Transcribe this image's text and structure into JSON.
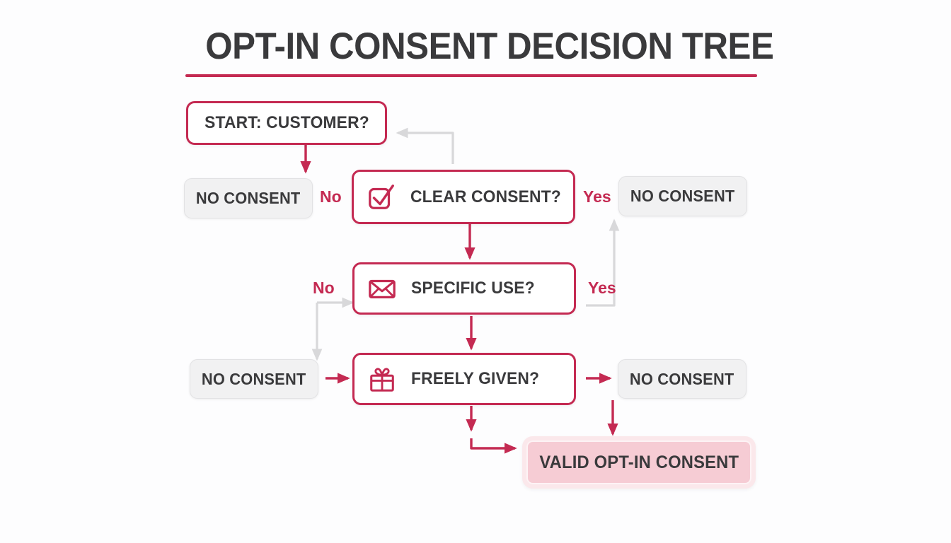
{
  "header": {
    "title": "OPT-IN CONSENT DECISION TREE",
    "rule_color": "#c42a52"
  },
  "theme": {
    "accent": "#c42a52",
    "text": "#3a3a3c",
    "gray_box_fill": "#f1f1f2",
    "final_box_fill": "#f6ccd4",
    "final_box_outer": "#fbe8eb",
    "muted_connector": "#d8d8da",
    "background": "#fdfdfe"
  },
  "chart_data": {
    "type": "diagram",
    "diagram_kind": "decision-tree-flowchart",
    "title": "OPT-IN CONSENT DECISION TREE",
    "nodes": [
      {
        "id": "start",
        "label": "START: CUSTOMER?",
        "kind": "decision",
        "icon": "none",
        "row": 1
      },
      {
        "id": "no1",
        "label": "NO CONSENT",
        "kind": "terminal",
        "icon": "none",
        "row": 2
      },
      {
        "id": "clear",
        "label": "CLEAR CONSENT?",
        "kind": "decision",
        "icon": "checkbox-check-icon",
        "row": 2
      },
      {
        "id": "no2",
        "label": "NO CONSENT",
        "kind": "terminal",
        "icon": "none",
        "row": 2
      },
      {
        "id": "specific",
        "label": "SPECIFIC USE?",
        "kind": "decision",
        "icon": "envelope-icon",
        "row": 3
      },
      {
        "id": "no3",
        "label": "NO CONSENT",
        "kind": "terminal",
        "icon": "none",
        "row": 4
      },
      {
        "id": "freely",
        "label": "FREELY GIVEN?",
        "kind": "decision",
        "icon": "gift-icon",
        "row": 4
      },
      {
        "id": "no4",
        "label": "NO CONSENT",
        "kind": "terminal",
        "icon": "none",
        "row": 4
      },
      {
        "id": "valid",
        "label": "VALID OPT-IN CONSENT",
        "kind": "result",
        "icon": "none",
        "row": 5
      }
    ],
    "edges": [
      {
        "from": "start",
        "to": "no1",
        "label": "",
        "style": "accent"
      },
      {
        "from": "clear",
        "to": "start",
        "label": "",
        "style": "muted"
      },
      {
        "from": "clear",
        "to": "no1",
        "label": "No",
        "style": "label-only"
      },
      {
        "from": "clear",
        "to": "no2",
        "label": "Yes",
        "style": "label-only"
      },
      {
        "from": "clear",
        "to": "specific",
        "label": "",
        "style": "accent"
      },
      {
        "from": "specific",
        "to": "no3",
        "label": "No",
        "style": "muted"
      },
      {
        "from": "specific",
        "to": "no2",
        "label": "Yes",
        "style": "muted"
      },
      {
        "from": "specific",
        "to": "freely",
        "label": "",
        "style": "accent"
      },
      {
        "from": "no3",
        "to": "freely",
        "label": "",
        "style": "accent"
      },
      {
        "from": "freely",
        "to": "no4",
        "label": "",
        "style": "accent"
      },
      {
        "from": "freely",
        "to": "valid",
        "label": "",
        "style": "accent"
      },
      {
        "from": "no4",
        "to": "valid",
        "label": "",
        "style": "accent"
      }
    ],
    "branch_labels": [
      {
        "text": "No",
        "near": "clear-left"
      },
      {
        "text": "Yes",
        "near": "clear-right"
      },
      {
        "text": "No",
        "near": "specific-left"
      },
      {
        "text": "Yes",
        "near": "specific-right"
      }
    ]
  }
}
